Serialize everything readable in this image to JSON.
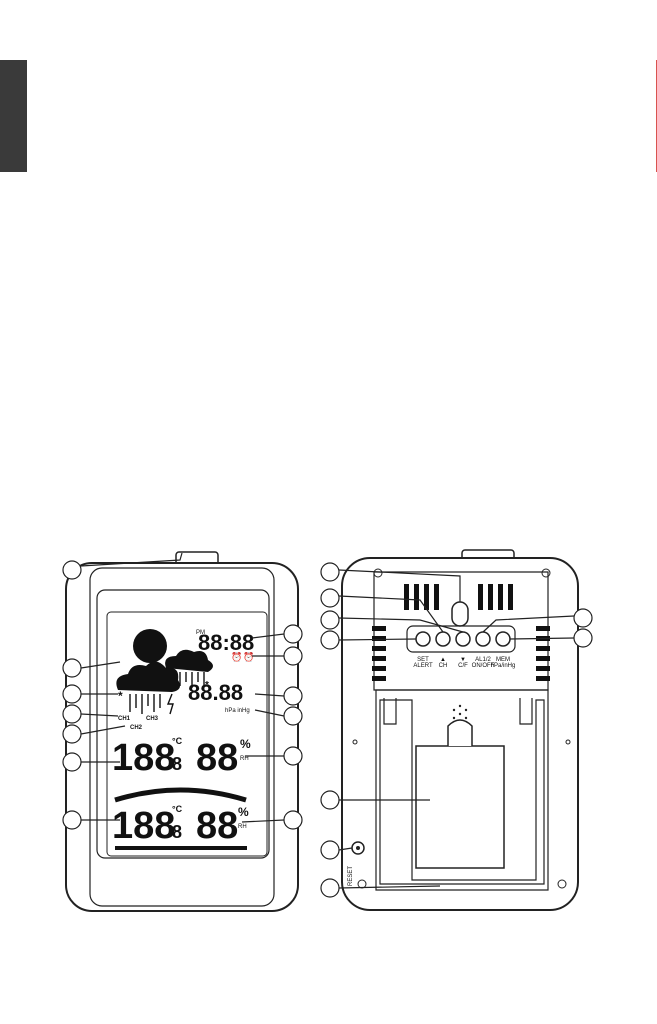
{
  "front": {
    "clock_pm": "PM",
    "clock_digits": "88:88",
    "baro_digits": "88.88",
    "baro_units": "hPa  inHg",
    "ch1": "CH1",
    "ch2": "CH2",
    "ch3": "CH3",
    "outdoor_temp": "188",
    "outdoor_temp_dec": "8",
    "outdoor_temp_unit": "°C",
    "outdoor_hum": "88",
    "outdoor_hum_unit": "%",
    "outdoor_hum_label": "RH",
    "indoor_temp": "188",
    "indoor_temp_dec": "8",
    "indoor_temp_unit": "°C",
    "indoor_hum": "88",
    "indoor_hum_unit": "%",
    "indoor_hum_label": "RH"
  },
  "back": {
    "buttons": [
      {
        "top": "SET",
        "bottom": "ALERT"
      },
      {
        "top": "▲",
        "bottom": "CH"
      },
      {
        "top": "▼",
        "bottom": "C/F"
      },
      {
        "top": "AL1/2",
        "bottom": "ON/OFF"
      },
      {
        "top": "MEM",
        "bottom": "hPa/inHg"
      }
    ],
    "reset_label": "RESET"
  }
}
